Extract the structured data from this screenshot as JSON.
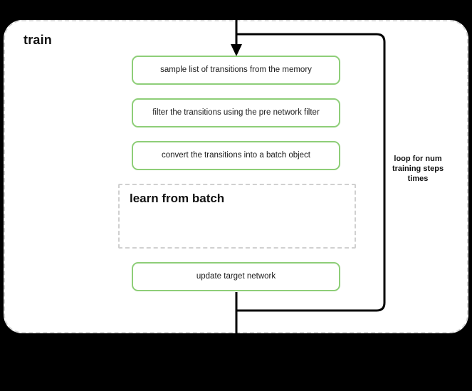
{
  "diagram": {
    "block": {
      "title": "train",
      "border_style": "dashed",
      "border_color": "#d4d4d4"
    },
    "steps": [
      {
        "label": "sample list of transitions from the memory",
        "color": "#8ece78"
      },
      {
        "label": "filter the transitions using the pre network filter",
        "color": "#8ece78"
      },
      {
        "label": "convert the transitions into a batch object",
        "color": "#8ece78"
      },
      {
        "label": "update target network",
        "color": "#8ece78"
      }
    ],
    "sub_block": {
      "title": "learn from batch",
      "border_style": "dashed",
      "border_color": "#d0d0d0"
    },
    "loop": {
      "label": "loop for num training steps times",
      "line_color": "#000000"
    },
    "icons": {
      "entry_arrow": "arrow-down-icon",
      "loop_path": "loop-arrow-icon"
    }
  }
}
